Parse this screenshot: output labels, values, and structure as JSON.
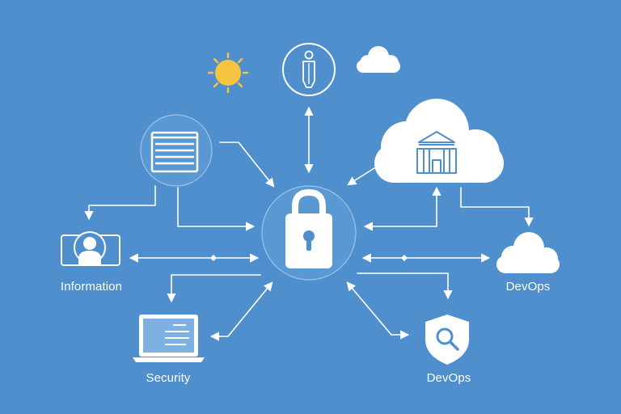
{
  "labels": {
    "left_node": "Information",
    "right_node": "DevOps",
    "bottom_left_node": "Security",
    "bottom_right_node": "DevOps"
  },
  "colors": {
    "background": "#4f8fcd",
    "line": "#ffffff",
    "sun": "#f6c443",
    "shield_icon": "#4f8fcd"
  },
  "icons": {
    "center": "padlock-icon",
    "top": "person-icon",
    "top_left_extra": "sun-icon",
    "top_right_extra": "small-cloud-icon",
    "top_left": "document-list-icon",
    "top_right": "cloud-bank-icon",
    "left": "user-profile-icon",
    "right": "cloud-icon",
    "bottom_left": "laptop-icon",
    "bottom_right": "shield-search-icon"
  }
}
